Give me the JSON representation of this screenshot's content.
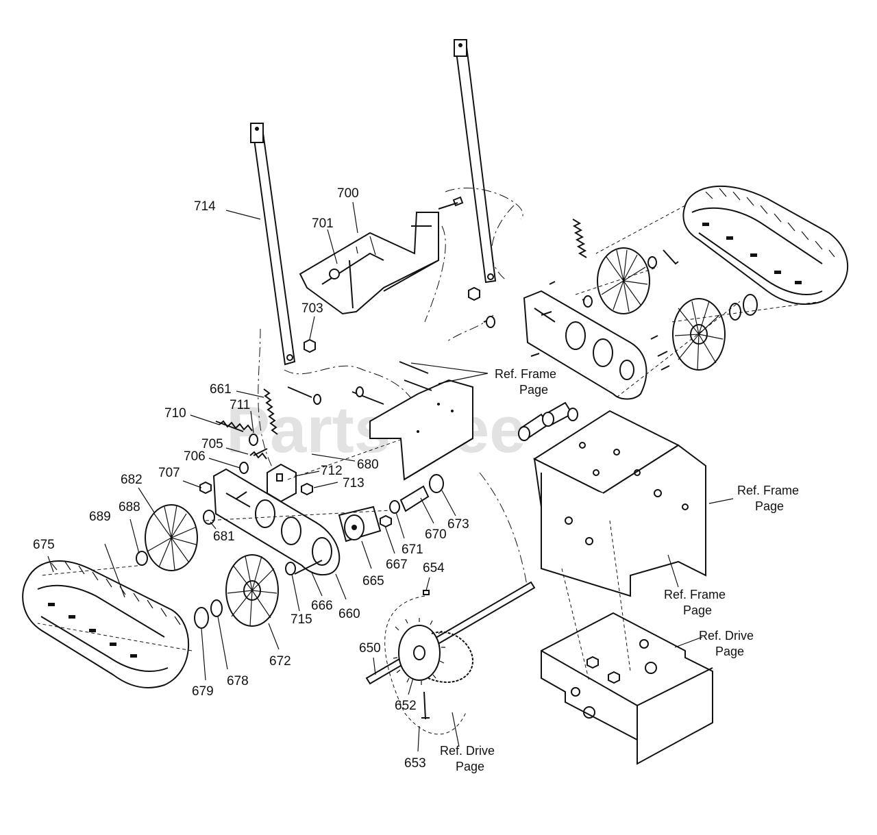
{
  "watermark": "PartsTree",
  "part_labels": [
    "714",
    "700",
    "701",
    "703",
    "661",
    "711",
    "710",
    "705",
    "706",
    "680",
    "712",
    "713",
    "707",
    "682",
    "688",
    "689",
    "675",
    "681",
    "665",
    "667",
    "671",
    "670",
    "673",
    "666",
    "660",
    "715",
    "672",
    "678",
    "679",
    "654",
    "650",
    "652",
    "653"
  ],
  "ref_labels": [
    {
      "line1": "Ref. Frame",
      "line2": "Page"
    },
    {
      "line1": "Ref. Frame",
      "line2": "Page"
    },
    {
      "line1": "Ref. Frame",
      "line2": "Page"
    },
    {
      "line1": "Ref. Drive",
      "line2": "Page"
    },
    {
      "line1": "Ref. Drive",
      "line2": "Page"
    }
  ],
  "icons": {
    "track": "rubber-track-icon",
    "wheel": "drive-wheel-icon",
    "sprocket": "sprocket-icon",
    "handle": "handle-bar-icon"
  },
  "colors": {
    "line": "#111111",
    "background": "#ffffff",
    "watermark": "#bfbfbf"
  }
}
